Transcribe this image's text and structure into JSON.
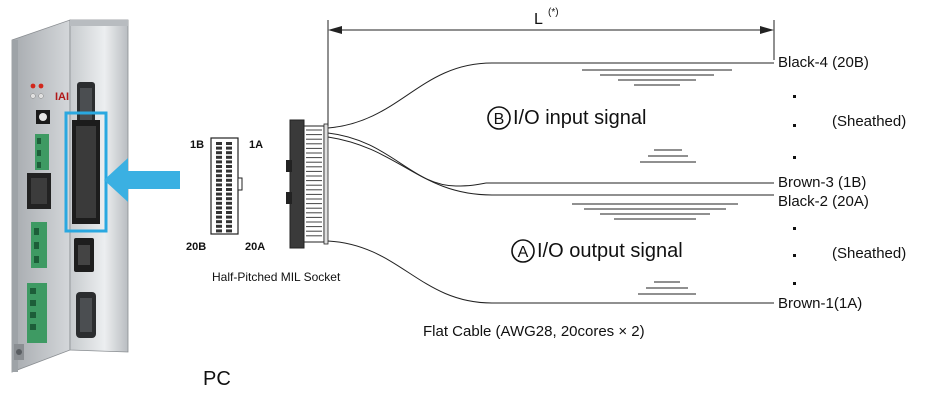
{
  "length_label": {
    "text": "L",
    "note": "(*)"
  },
  "socket": {
    "pin_top_left": "1B",
    "pin_top_right": "1A",
    "pin_bottom_left": "20B",
    "pin_bottom_right": "20A",
    "caption": "Half-Pitched MIL Socket"
  },
  "group_b": {
    "marker": "B",
    "label": "I/O input signal",
    "wire_top": "Black-4 (20B)",
    "wire_bottom": "Brown-3 (1B)",
    "sheath_note": "(Sheathed)"
  },
  "group_a": {
    "marker": "A",
    "label": "I/O output signal",
    "wire_top": "Black-2 (20A)",
    "wire_bottom": "Brown-1(1A)",
    "sheath_note": "(Sheathed)"
  },
  "cable_caption": "Flat Cable (AWG28, 20cores × 2)",
  "controller_caption": "PC",
  "device_logo": "IAI",
  "colors": {
    "arrow": "#3ab0e2",
    "highlight": "#2aa8e0",
    "line": "#222222",
    "device_body": "#d9dcde"
  }
}
